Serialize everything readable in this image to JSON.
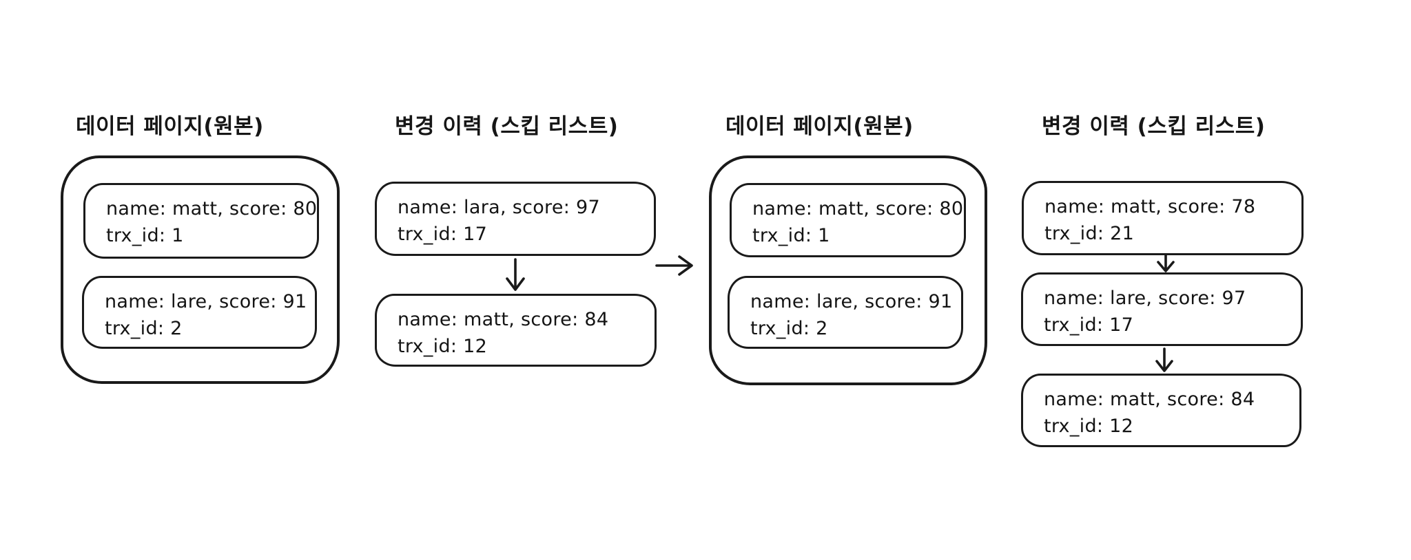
{
  "canvas": {
    "background_color": "#ffffff",
    "stroke_color": "#1a1a1a"
  },
  "panels": [
    {
      "id": "data-page-before",
      "title": "데이터 페이지(원본)",
      "type": "data-page",
      "records": [
        {
          "line1": "name: matt, score: 80",
          "line2": "trx_id: 1"
        },
        {
          "line1": "name: lare, score: 91",
          "line2": "trx_id: 2"
        }
      ]
    },
    {
      "id": "change-history-before",
      "title": "변경 이력 (스킵 리스트)",
      "type": "skip-list",
      "records": [
        {
          "line1": "name: lara, score: 97",
          "line2": "trx_id: 17"
        },
        {
          "line1": "name: matt, score: 84",
          "line2": "trx_id: 12"
        }
      ]
    },
    {
      "id": "data-page-after",
      "title": "데이터 페이지(원본)",
      "type": "data-page",
      "records": [
        {
          "line1": "name: matt, score: 80",
          "line2": "trx_id: 1"
        },
        {
          "line1": "name: lare, score: 91",
          "line2": "trx_id: 2"
        }
      ]
    },
    {
      "id": "change-history-after",
      "title": "변경 이력 (스킵 리스트)",
      "type": "skip-list",
      "records": [
        {
          "line1": "name: matt, score: 78",
          "line2": "trx_id: 21"
        },
        {
          "line1": "name: lare, score: 97",
          "line2": "trx_id: 17"
        },
        {
          "line1": "name: matt, score: 84",
          "line2": "trx_id: 12"
        }
      ]
    }
  ]
}
